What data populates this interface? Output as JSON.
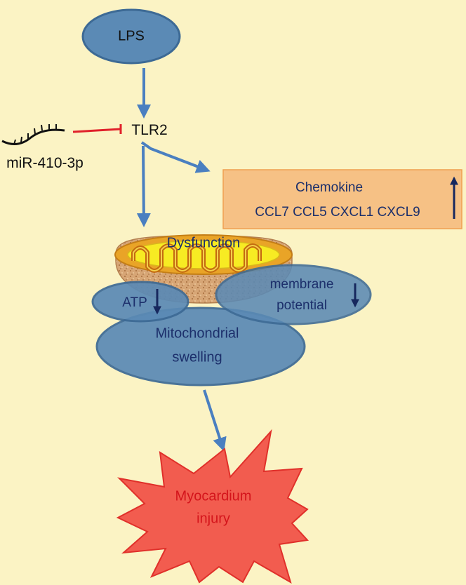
{
  "nodes": {
    "lps": "LPS",
    "tlr2": "TLR2",
    "mirna": "miR-410-3p",
    "chemokine_title": "Chemokine",
    "chemokine_list": "CCL7 CCL5 CXCL1 CXCL9",
    "dysfunction": "Dysfunction",
    "atp": "ATP",
    "membrane_line1": "membrane",
    "membrane_line2": "potential",
    "swelling_line1": "Mitochondrial",
    "swelling_line2": "swelling",
    "injury_line1": "Myocardium",
    "injury_line2": "injury"
  },
  "colors": {
    "background": "#fbf3c4",
    "ellipse_fill": "#5b8ab5",
    "ellipse_stroke": "#3d6a95",
    "arrow": "#4a7fc0",
    "inhibit": "#e0202a",
    "chemokine_box": "#f6c185",
    "chemokine_border": "#f0a050",
    "navy_text": "#1c2f6b",
    "injury_fill": "#f25c4f",
    "injury_text": "#d4141b",
    "trend_arrow": "#17285e"
  },
  "icons": {
    "mirna": "rna-strand-icon",
    "mitochondrion": "mitochondrion-icon",
    "trend": "down-arrow-icon"
  }
}
